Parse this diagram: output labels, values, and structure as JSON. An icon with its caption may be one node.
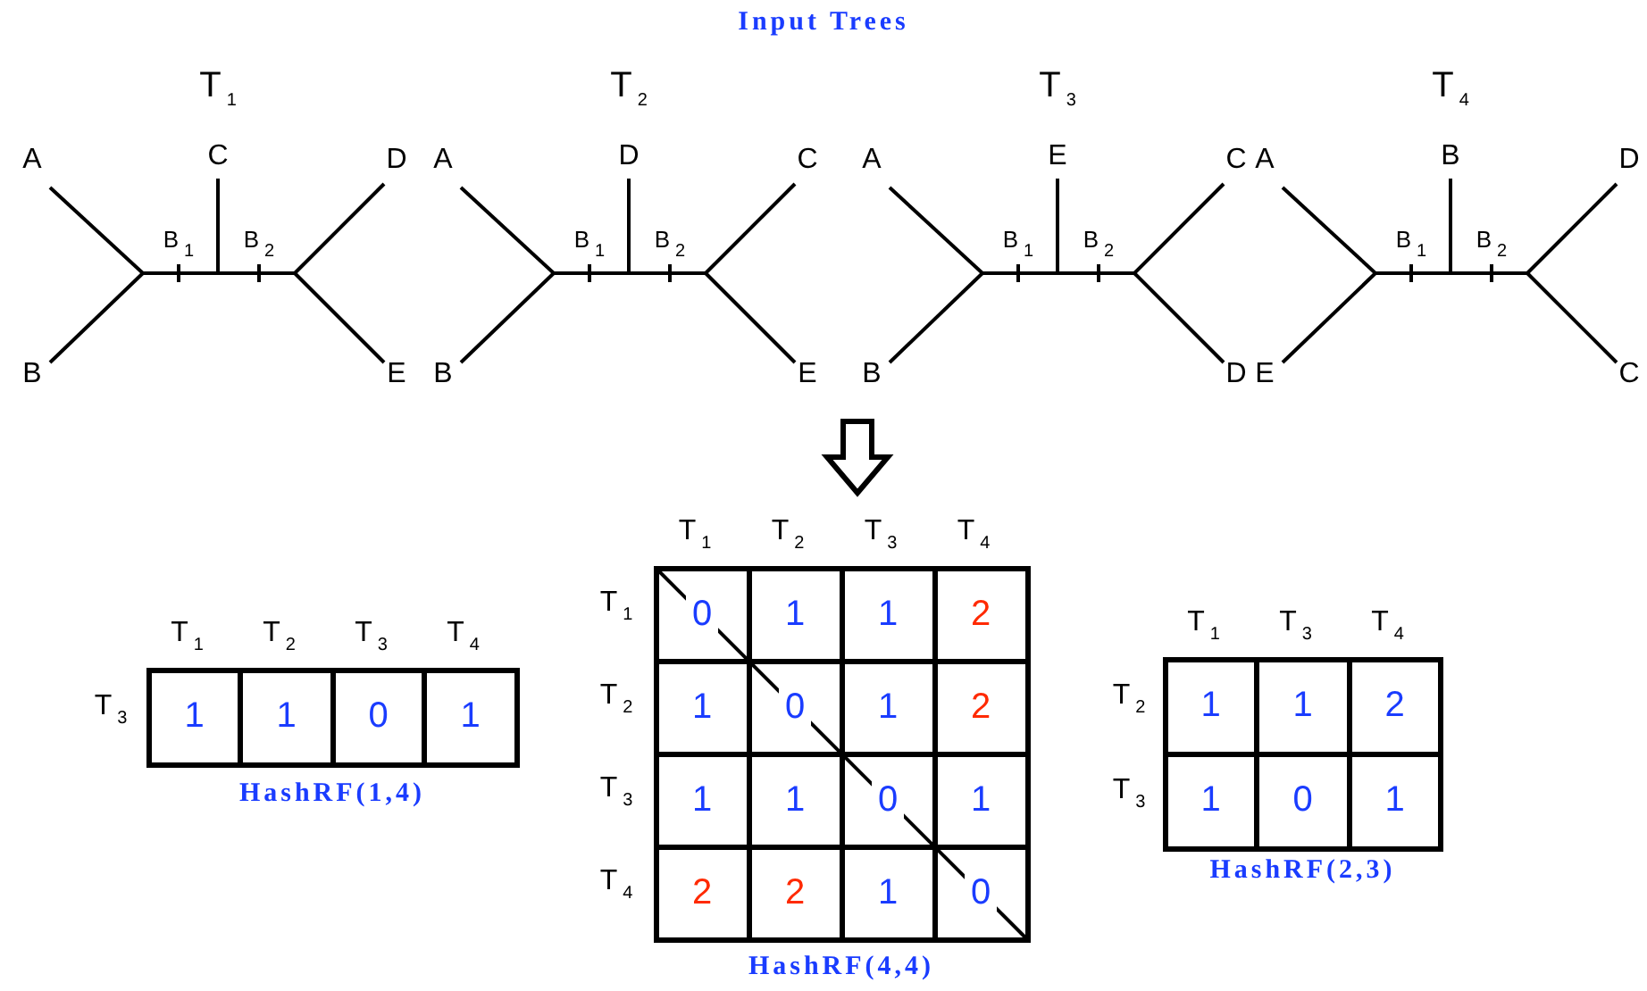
{
  "diagram": {
    "title": "Input Trees",
    "labels": [
      "T$_{1}$",
      "A",
      "C",
      "D",
      "B$_{1}$",
      "B$_{2}$",
      "B",
      "E",
      "T$_{2}$",
      "A",
      "D",
      "C",
      "B$_{1}$",
      "B$_{2}$",
      "B",
      "E",
      "T$_{3}$",
      "A",
      "E",
      "C",
      "B$_{1}$",
      "B$_{2}$",
      "B",
      "D",
      "T$_{4}$",
      "A",
      "B",
      "D",
      "B$_{1}$",
      "B$_{2}$",
      "E",
      "C",
      "T$_{1}$",
      "T$_{2}$",
      "T$_{3}$",
      "T$_{4}$",
      "T$_{3}$",
      "1",
      "1",
      "0",
      "1",
      "HashRF(1,4)",
      "T$_{1}$",
      "T$_{2}$",
      "T$_{3}$",
      "T$_{4}$",
      "T$_{1}$",
      "0",
      "1",
      "1",
      "2",
      "T$_{2}$",
      "1",
      "0",
      "1",
      "2",
      "T$_{3}$",
      "1",
      "1",
      "0",
      "1",
      "T$_{4}$",
      "2",
      "2",
      "1",
      "0",
      "HashRF(4,4)",
      "T$_{1}$",
      "T$_{3}$",
      "T$_{4}$",
      "T$_{2}$",
      "1",
      "1",
      "2",
      "T$_{3}$",
      "1",
      "0",
      "1",
      "HashRF(2,3)"
    ]
  }
}
